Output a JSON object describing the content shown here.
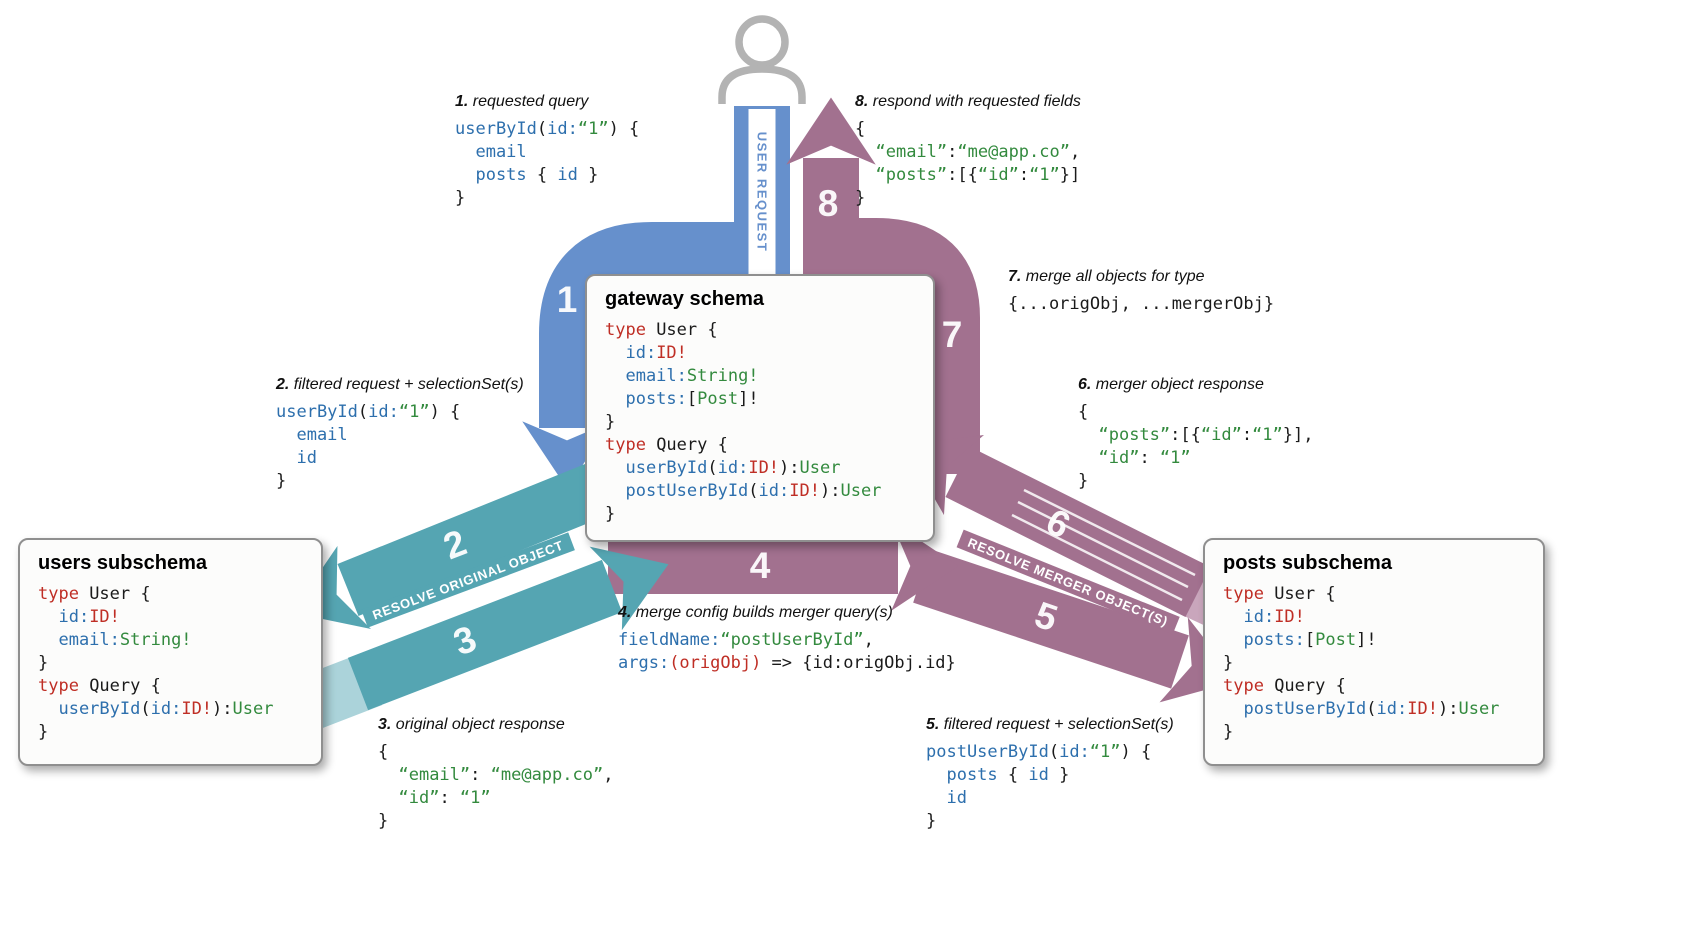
{
  "arrows": {
    "user_request_label": "USER REQUEST",
    "resolve_original_label": "RESOLVE ORIGINAL OBJECT",
    "resolve_merger_label": "RESOLVE MERGER OBJECT(S)",
    "numbers": [
      "1",
      "2",
      "3",
      "4",
      "5",
      "6",
      "7",
      "8"
    ],
    "colors": {
      "blue": "#6690cc",
      "teal": "#55a5b2",
      "teal_light": "#abd3da",
      "mauve": "#a2718f",
      "mauve_light": "#c9a6bc"
    }
  },
  "syntax_colors": {
    "keyword_red": "#bf2e25",
    "field_blue": "#2d6fad",
    "string_green": "#338a3e",
    "plain": "#1a1a1a"
  },
  "boxes": {
    "gateway": {
      "title": "gateway schema",
      "code": [
        [
          [
            "r",
            "type"
          ],
          [
            "k",
            " User {"
          ]
        ],
        [
          [
            "b",
            "  id:"
          ],
          [
            "r",
            "ID!"
          ]
        ],
        [
          [
            "b",
            "  email:"
          ],
          [
            "g",
            "String!"
          ]
        ],
        [
          [
            "b",
            "  posts:"
          ],
          [
            "k",
            "["
          ],
          [
            "g",
            "Post"
          ],
          [
            "k",
            "]!"
          ]
        ],
        [
          [
            "k",
            "}"
          ]
        ],
        [
          [
            "r",
            "type"
          ],
          [
            "k",
            " Query {"
          ]
        ],
        [
          [
            "b",
            "  userById"
          ],
          [
            "k",
            "("
          ],
          [
            "b",
            "id:"
          ],
          [
            "r",
            "ID!"
          ],
          [
            "k",
            "):"
          ],
          [
            "g",
            "User"
          ]
        ],
        [
          [
            "b",
            "  postUserById"
          ],
          [
            "k",
            "("
          ],
          [
            "b",
            "id:"
          ],
          [
            "r",
            "ID!"
          ],
          [
            "k",
            "):"
          ],
          [
            "g",
            "User"
          ]
        ],
        [
          [
            "k",
            "}"
          ]
        ]
      ]
    },
    "users": {
      "title": "users subschema",
      "code": [
        [
          [
            "r",
            "type"
          ],
          [
            "k",
            " User {"
          ]
        ],
        [
          [
            "b",
            "  id:"
          ],
          [
            "r",
            "ID!"
          ]
        ],
        [
          [
            "b",
            "  email:"
          ],
          [
            "g",
            "String!"
          ]
        ],
        [
          [
            "k",
            "}"
          ]
        ],
        [
          [
            "r",
            "type"
          ],
          [
            "k",
            " Query {"
          ]
        ],
        [
          [
            "b",
            "  userById"
          ],
          [
            "k",
            "("
          ],
          [
            "b",
            "id:"
          ],
          [
            "r",
            "ID!"
          ],
          [
            "k",
            "):"
          ],
          [
            "g",
            "User"
          ]
        ],
        [
          [
            "k",
            "}"
          ]
        ]
      ]
    },
    "posts": {
      "title": "posts subschema",
      "code": [
        [
          [
            "r",
            "type"
          ],
          [
            "k",
            " User {"
          ]
        ],
        [
          [
            "b",
            "  id:"
          ],
          [
            "r",
            "ID!"
          ]
        ],
        [
          [
            "b",
            "  posts:"
          ],
          [
            "k",
            "["
          ],
          [
            "g",
            "Post"
          ],
          [
            "k",
            "]!"
          ]
        ],
        [
          [
            "k",
            "}"
          ]
        ],
        [
          [
            "r",
            "type"
          ],
          [
            "k",
            " Query {"
          ]
        ],
        [
          [
            "b",
            "  postUserById"
          ],
          [
            "k",
            "("
          ],
          [
            "b",
            "id:"
          ],
          [
            "r",
            "ID!"
          ],
          [
            "k",
            "):"
          ],
          [
            "g",
            "User"
          ]
        ],
        [
          [
            "k",
            "}"
          ]
        ]
      ]
    }
  },
  "annotations": [
    {
      "num": "1.",
      "label": "requested query",
      "code": [
        [
          [
            "b",
            "userById"
          ],
          [
            "k",
            "("
          ],
          [
            "b",
            "id:"
          ],
          [
            "g",
            "“1”"
          ],
          [
            "k",
            ") {"
          ]
        ],
        [
          [
            "b",
            "  email"
          ]
        ],
        [
          [
            "b",
            "  posts"
          ],
          [
            "k",
            " { "
          ],
          [
            "b",
            "id"
          ],
          [
            "k",
            " }"
          ]
        ],
        [
          [
            "k",
            "}"
          ]
        ]
      ]
    },
    {
      "num": "2.",
      "label": "filtered request + selectionSet(s)",
      "code": [
        [
          [
            "b",
            "userById"
          ],
          [
            "k",
            "("
          ],
          [
            "b",
            "id:"
          ],
          [
            "g",
            "“1”"
          ],
          [
            "k",
            ") {"
          ]
        ],
        [
          [
            "b",
            "  email"
          ]
        ],
        [
          [
            "b",
            "  id"
          ]
        ],
        [
          [
            "k",
            "}"
          ]
        ]
      ]
    },
    {
      "num": "3.",
      "label": "original object response",
      "code": [
        [
          [
            "k",
            "{"
          ]
        ],
        [
          [
            "k",
            "  "
          ],
          [
            "g",
            "“email”"
          ],
          [
            "k",
            ": "
          ],
          [
            "g",
            "“me@app.co”"
          ],
          [
            "k",
            ","
          ]
        ],
        [
          [
            "k",
            "  "
          ],
          [
            "g",
            "“id”"
          ],
          [
            "k",
            ": "
          ],
          [
            "g",
            "“1”"
          ]
        ],
        [
          [
            "k",
            "}"
          ]
        ]
      ]
    },
    {
      "num": "4.",
      "label": "merge config builds merger query(s)",
      "code": [
        [
          [
            "b",
            "fieldName:"
          ],
          [
            "g",
            "“postUserById”"
          ],
          [
            "k",
            ","
          ]
        ],
        [
          [
            "b",
            "args:"
          ],
          [
            "r",
            "(origObj)"
          ],
          [
            "k",
            " => {id:origObj.id}"
          ]
        ]
      ]
    },
    {
      "num": "5.",
      "label": "filtered request + selectionSet(s)",
      "code": [
        [
          [
            "b",
            "postUserById"
          ],
          [
            "k",
            "("
          ],
          [
            "b",
            "id:"
          ],
          [
            "g",
            "“1”"
          ],
          [
            "k",
            ") {"
          ]
        ],
        [
          [
            "b",
            "  posts"
          ],
          [
            "k",
            " { "
          ],
          [
            "b",
            "id"
          ],
          [
            "k",
            " }"
          ]
        ],
        [
          [
            "b",
            "  id"
          ]
        ],
        [
          [
            "k",
            "}"
          ]
        ]
      ]
    },
    {
      "num": "6.",
      "label": "merger object response",
      "code": [
        [
          [
            "k",
            "{"
          ]
        ],
        [
          [
            "k",
            "  "
          ],
          [
            "g",
            "“posts”"
          ],
          [
            "k",
            ":[{"
          ],
          [
            "g",
            "“id”"
          ],
          [
            "k",
            ":"
          ],
          [
            "g",
            "“1”"
          ],
          [
            "k",
            "}],"
          ]
        ],
        [
          [
            "k",
            "  "
          ],
          [
            "g",
            "“id”"
          ],
          [
            "k",
            ": "
          ],
          [
            "g",
            "“1”"
          ]
        ],
        [
          [
            "k",
            "}"
          ]
        ]
      ]
    },
    {
      "num": "7.",
      "label": "merge all objects for type",
      "code": [
        [
          [
            "k",
            "{...origObj, ...mergerObj}"
          ]
        ]
      ]
    },
    {
      "num": "8.",
      "label": "respond with requested fields",
      "code": [
        [
          [
            "k",
            "{"
          ]
        ],
        [
          [
            "k",
            "  "
          ],
          [
            "g",
            "“email”"
          ],
          [
            "k",
            ":"
          ],
          [
            "g",
            "“me@app.co”"
          ],
          [
            "k",
            ","
          ]
        ],
        [
          [
            "k",
            "  "
          ],
          [
            "g",
            "“posts”"
          ],
          [
            "k",
            ":[{"
          ],
          [
            "g",
            "“id”"
          ],
          [
            "k",
            ":"
          ],
          [
            "g",
            "“1”"
          ],
          [
            "k",
            "}]"
          ]
        ],
        [
          [
            "k",
            "}"
          ]
        ]
      ]
    }
  ]
}
